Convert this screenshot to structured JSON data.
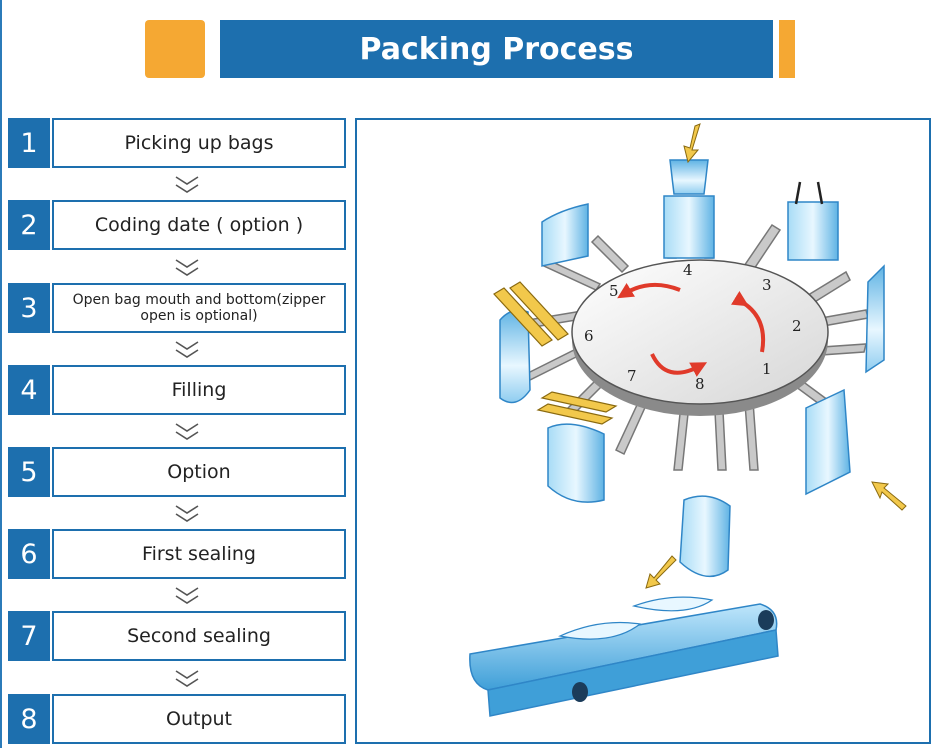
{
  "header": {
    "title": "Packing Process"
  },
  "steps": [
    {
      "num": "1",
      "label": "Picking up bags"
    },
    {
      "num": "2",
      "label": "Coding date ( option )"
    },
    {
      "num": "3",
      "label": "Open bag mouth and bottom(zipper open is optional)"
    },
    {
      "num": "4",
      "label": "Filling"
    },
    {
      "num": "5",
      "label": "Option"
    },
    {
      "num": "6",
      "label": "First sealing"
    },
    {
      "num": "7",
      "label": "Second sealing"
    },
    {
      "num": "8",
      "label": "Output"
    }
  ],
  "diagram": {
    "station_labels": [
      "1",
      "2",
      "3",
      "4",
      "5",
      "6",
      "7",
      "8"
    ]
  },
  "colors": {
    "brand_blue": "#1d6fae",
    "accent_orange": "#f5a833",
    "rotation_arrow": "#e03a2a",
    "bag_blue": "#7cc3ea"
  }
}
